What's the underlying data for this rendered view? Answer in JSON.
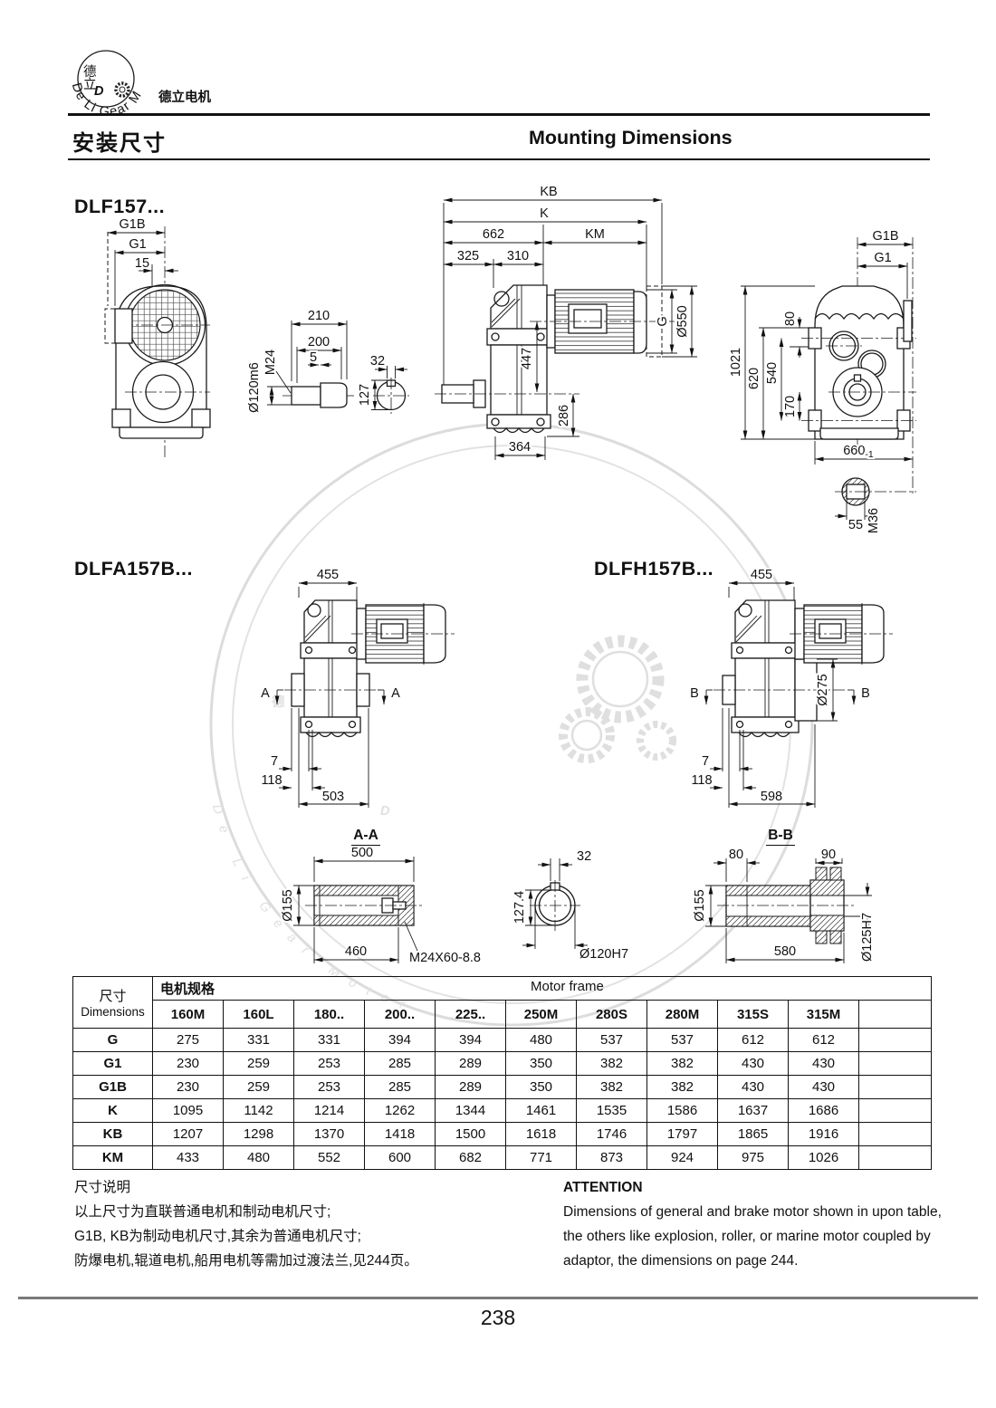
{
  "header": {
    "brand": "德立电机",
    "logo_d": "D",
    "logo_char_top": "德",
    "logo_char_bottom": "立",
    "logo_arc": "De Li Gear Motor",
    "title_cn": "安装尺寸",
    "title_en": "Mounting Dimensions"
  },
  "watermark": {
    "big_d": "D",
    "char1": "德",
    "arc_text": "De Li Gear Motor"
  },
  "models": {
    "dlf157": "DLF157...",
    "dlfa157b": "DLFA157B...",
    "dlfh157b": "DLFH157B..."
  },
  "dlf157_front": {
    "g1b": "G1B",
    "g1": "G1",
    "d15": "15"
  },
  "dlf157_shaft": {
    "d210": "210",
    "d200": "200",
    "d5": "5",
    "m24": "M24",
    "d120": "Ø120m6",
    "d127": "127",
    "d32": "32"
  },
  "dlf157_side": {
    "kb": "KB",
    "k": "K",
    "d662": "662",
    "km": "KM",
    "d325": "325",
    "d310": "310",
    "g": "G",
    "d550": "Ø550",
    "d447": "447",
    "d286": "286",
    "d364": "364"
  },
  "dlf157_rear": {
    "g1b": "G1B",
    "g1": "G1",
    "d80": "80",
    "d1021": "1021",
    "d620": "620",
    "d540": "540",
    "d170": "170",
    "d660": "660",
    "d660_tol": "-1",
    "d55": "55",
    "m36": "M36"
  },
  "dlfa": {
    "d455": "455",
    "a_left": "A",
    "a_right": "A",
    "d7": "7",
    "d118": "118",
    "d503": "503"
  },
  "dlfh": {
    "d455": "455",
    "b_left": "B",
    "b_right": "B",
    "d275": "Ø275",
    "d7": "7",
    "d118": "118",
    "d598": "598"
  },
  "section_a": {
    "title": "A-A",
    "d500": "500",
    "d155": "Ø155",
    "d460": "460",
    "bolt": "M24X60-8.8",
    "d32": "32",
    "d1274": "127.4",
    "d120": "Ø120H7"
  },
  "section_b": {
    "title": "B-B",
    "d80": "80",
    "d90": "90",
    "d155": "Ø155",
    "d580": "580",
    "d125": "Ø125H7"
  },
  "table": {
    "dim_cn": "尺寸",
    "dim_en": "Dimensions",
    "spec_cn": "电机规格",
    "frame_en": "Motor frame",
    "columns": [
      "160M",
      "160L",
      "180..",
      "200..",
      "225..",
      "250M",
      "280S",
      "280M",
      "315S",
      "315M"
    ],
    "rows": [
      {
        "name": "G",
        "values": [
          "275",
          "331",
          "331",
          "394",
          "394",
          "480",
          "537",
          "537",
          "612",
          "612"
        ]
      },
      {
        "name": "G1",
        "values": [
          "230",
          "259",
          "253",
          "285",
          "289",
          "350",
          "382",
          "382",
          "430",
          "430"
        ]
      },
      {
        "name": "G1B",
        "values": [
          "230",
          "259",
          "253",
          "285",
          "289",
          "350",
          "382",
          "382",
          "430",
          "430"
        ]
      },
      {
        "name": "K",
        "values": [
          "1095",
          "1142",
          "1214",
          "1262",
          "1344",
          "1461",
          "1535",
          "1586",
          "1637",
          "1686"
        ]
      },
      {
        "name": "KB",
        "values": [
          "1207",
          "1298",
          "1370",
          "1418",
          "1500",
          "1618",
          "1746",
          "1797",
          "1865",
          "1916"
        ]
      },
      {
        "name": "KM",
        "values": [
          "433",
          "480",
          "552",
          "600",
          "682",
          "771",
          "873",
          "924",
          "975",
          "1026"
        ]
      }
    ]
  },
  "notes_cn": {
    "title": "尺寸说明",
    "line1": "以上尺寸为直联普通电机和制动电机尺寸;",
    "line2": "G1B, KB为制动电机尺寸,其余为普通电机尺寸;",
    "line3": "防爆电机,辊道电机,船用电机等需加过渡法兰,见244页。"
  },
  "attention": {
    "title": "ATTENTION",
    "line1": "Dimensions of general and brake motor shown in upon table,",
    "line2": "the others like explosion, roller, or marine motor coupled by",
    "line3": "adaptor, the dimensions on page 244."
  },
  "footer": {
    "page": "238"
  }
}
